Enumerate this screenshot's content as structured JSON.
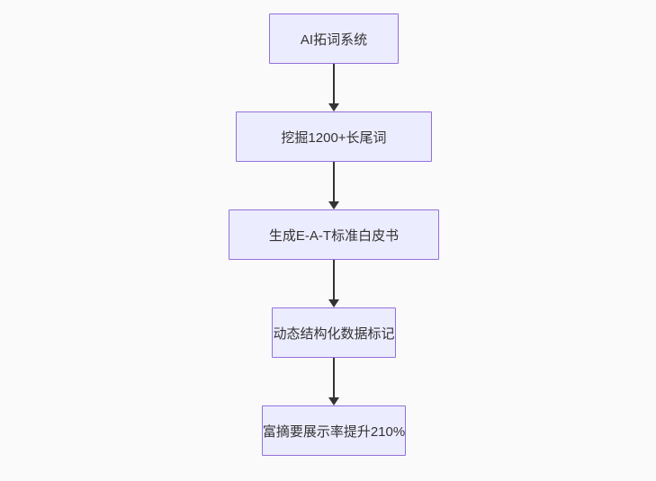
{
  "diagram": {
    "type": "flowchart",
    "direction": "top-down",
    "nodes": [
      {
        "id": "step-1",
        "label": "AI拓词系统"
      },
      {
        "id": "step-2",
        "label": "挖掘1200+长尾词"
      },
      {
        "id": "step-3",
        "label": "生成E-A-T标准白皮书"
      },
      {
        "id": "step-4",
        "label": "动态结构化数据标记"
      },
      {
        "id": "step-5",
        "label": "富摘要展示率提升210%"
      }
    ],
    "edges": [
      {
        "from": "step-1",
        "to": "step-2",
        "style": "arrow-down"
      },
      {
        "from": "step-2",
        "to": "step-3",
        "style": "arrow-down"
      },
      {
        "from": "step-3",
        "to": "step-4",
        "style": "arrow-down"
      },
      {
        "from": "step-4",
        "to": "step-5",
        "style": "arrow-down"
      }
    ],
    "colors": {
      "background": "#fafafa",
      "node_fill": "#ECECFF",
      "node_border": "#9370DB",
      "text": "#333333",
      "arrow": "#333333"
    }
  }
}
